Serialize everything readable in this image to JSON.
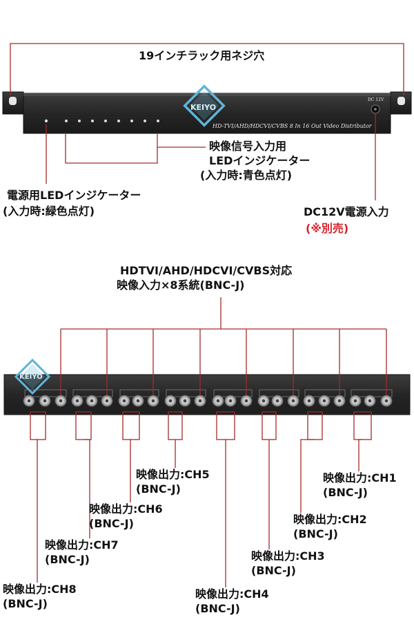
{
  "front": {
    "screw_label": "19インチラック用ネジ穴",
    "model_text": "HD-TVI/AHD/HDCVI/CVBS 8 In 16 Out Video Distributor",
    "brand": "KEIYO",
    "input_led_label_1": "映像信号入力用",
    "input_led_label_2": "LEDインジケーター",
    "input_led_label_3": "(入力時:青色点灯)",
    "power_led_label_1": "電源用LEDインジケーター",
    "power_led_label_2": "(入力時:緑色点灯)",
    "dc_label_1": "DC12V電源入力",
    "dc_label_2": "(※別売)",
    "dc_panel_text": "DC 12V"
  },
  "rear": {
    "brand": "KEIYO",
    "input_label_1": "HDTVI/AHD/HDCVI/CVBS対応",
    "input_label_2": "映像入力×8系統(BNC-J)",
    "outputs": [
      {
        "name": "映像出力:CH1",
        "connector": "(BNC-J)"
      },
      {
        "name": "映像出力:CH2",
        "connector": "(BNC-J)"
      },
      {
        "name": "映像出力:CH3",
        "connector": "(BNC-J)"
      },
      {
        "name": "映像出力:CH4",
        "connector": "(BNC-J)"
      },
      {
        "name": "映像出力:CH5",
        "connector": "(BNC-J)"
      },
      {
        "name": "映像出力:CH6",
        "connector": "(BNC-J)"
      },
      {
        "name": "映像出力:CH7",
        "connector": "(BNC-J)"
      },
      {
        "name": "映像出力:CH8",
        "connector": "(BNC-J)"
      }
    ]
  },
  "colors": {
    "leader_line": "#a52a2a",
    "panel": "#2b2b2b",
    "logo": "#5fb4d8",
    "note_red": "#d4202a"
  }
}
